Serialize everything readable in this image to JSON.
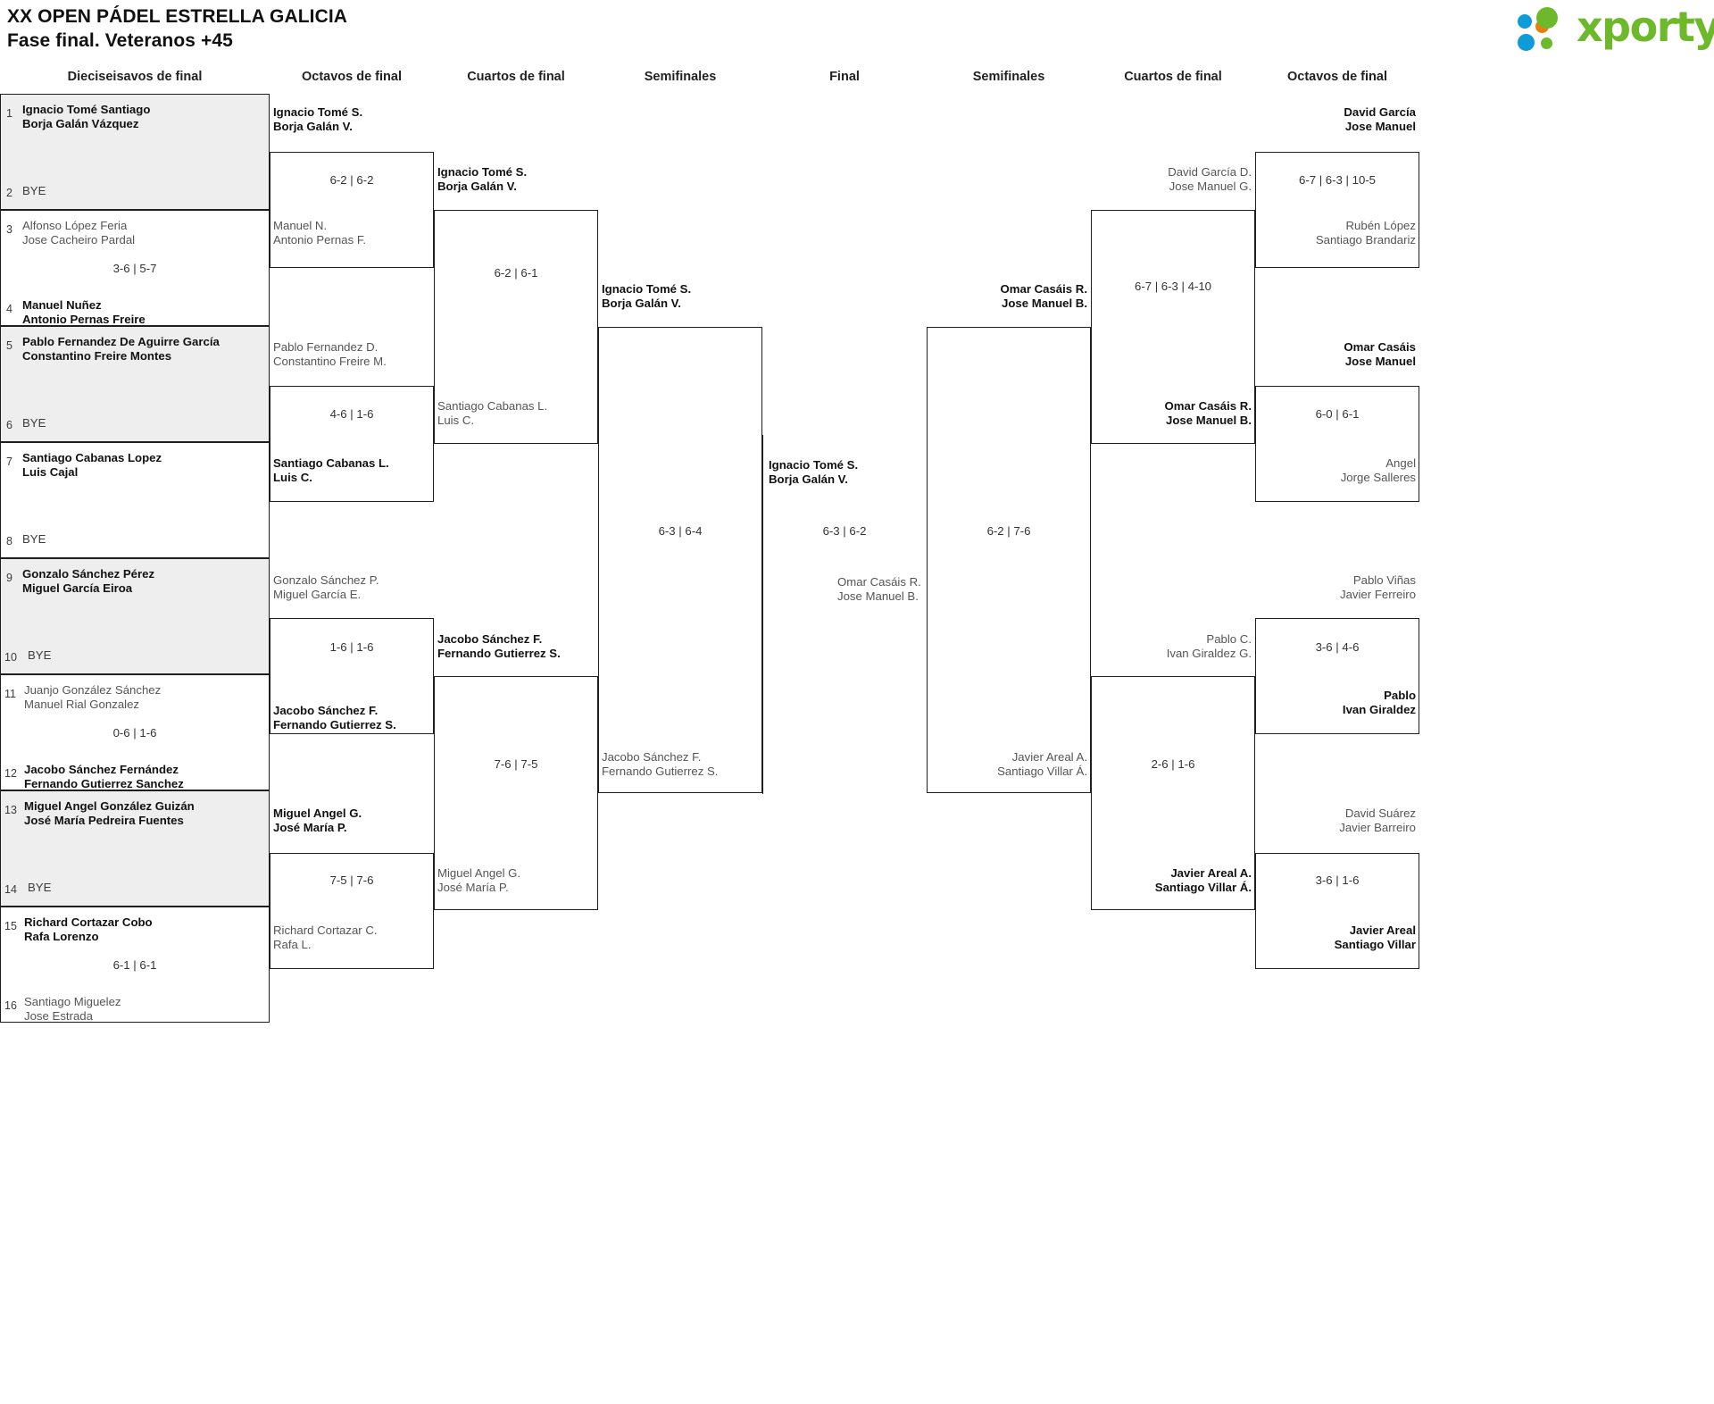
{
  "header": {
    "tournament_title": "XX OPEN PÁDEL ESTRELLA GALICIA",
    "phase_title": "Fase final. Veteranos +45",
    "brand": "xporty",
    "brand_colors": {
      "green": "#6eb92b",
      "blue": "#0f9bd7",
      "orange": "#e87d10"
    }
  },
  "round_labels": {
    "l_r32": "Dieciseisavos de final",
    "l_r16": "Octavos de final",
    "l_qf": "Cuartos de final",
    "l_sf": "Semifinales",
    "final": "Final",
    "r_sf": "Semifinales",
    "r_qf": "Cuartos de final",
    "r_r16": "Octavos de final"
  },
  "left_r32": [
    {
      "seed": "1",
      "p1": "Ignacio Tomé Santiago",
      "p2": "Borja Galán Vázquez",
      "winner": true,
      "bye": false,
      "shaded": true
    },
    {
      "seed": "2",
      "bye_label": "BYE",
      "winner": false,
      "bye": true,
      "shaded": true,
      "score": ""
    },
    {
      "seed": "3",
      "p1": "Alfonso López Feria",
      "p2": "Jose Cacheiro Pardal",
      "winner": false,
      "bye": false,
      "shaded": false
    },
    {
      "seed": "4",
      "p1": "Manuel Nuñez",
      "p2": "Antonio Pernas Freire",
      "winner": true,
      "bye": false,
      "shaded": false,
      "score": "3-6 | 5-7"
    },
    {
      "seed": "5",
      "p1": "Pablo Fernandez De Aguirre García",
      "p2": "Constantino Freire Montes",
      "winner": true,
      "bye": false,
      "shaded": true
    },
    {
      "seed": "6",
      "bye_label": "BYE",
      "winner": false,
      "bye": true,
      "shaded": true,
      "score": ""
    },
    {
      "seed": "7",
      "p1": "Santiago Cabanas Lopez",
      "p2": "Luis Cajal",
      "winner": true,
      "bye": false,
      "shaded": false
    },
    {
      "seed": "8",
      "bye_label": "BYE",
      "winner": false,
      "bye": true,
      "shaded": false,
      "score": ""
    },
    {
      "seed": "9",
      "p1": "Gonzalo Sánchez Pérez",
      "p2": "Miguel García Eiroa",
      "winner": true,
      "bye": false,
      "shaded": true
    },
    {
      "seed": "10",
      "bye_label": "BYE",
      "winner": false,
      "bye": true,
      "shaded": true,
      "score": ""
    },
    {
      "seed": "11",
      "p1": "Juanjo González Sánchez",
      "p2": "Manuel Rial Gonzalez",
      "winner": false,
      "bye": false,
      "shaded": false
    },
    {
      "seed": "12",
      "p1": "Jacobo Sánchez Fernández",
      "p2": "Fernando Gutierrez Sanchez",
      "winner": true,
      "bye": false,
      "shaded": false,
      "score": "0-6 | 1-6"
    },
    {
      "seed": "13",
      "p1": "Miguel Angel González Guizán",
      "p2": "José María Pedreira Fuentes",
      "winner": true,
      "bye": false,
      "shaded": true
    },
    {
      "seed": "14",
      "bye_label": "BYE",
      "winner": false,
      "bye": true,
      "shaded": true,
      "score": ""
    },
    {
      "seed": "15",
      "p1": "Richard Cortazar Cobo",
      "p2": "Rafa Lorenzo",
      "winner": true,
      "bye": false,
      "shaded": false
    },
    {
      "seed": "16",
      "p1": "Santiago Miguelez",
      "p2": "Jose Estrada",
      "winner": false,
      "bye": false,
      "shaded": false,
      "score": "6-1 | 6-1"
    }
  ],
  "left_r16": [
    {
      "top": {
        "p1": "Ignacio Tomé S.",
        "p2": "Borja Galán V.",
        "winner": true
      },
      "bottom": {
        "p1": "Manuel N.",
        "p2": "Antonio Pernas F.",
        "winner": false
      },
      "score": "6-2 | 6-2"
    },
    {
      "top": {
        "p1": "Pablo Fernandez D.",
        "p2": "Constantino Freire M.",
        "winner": false
      },
      "bottom": {
        "p1": "Santiago Cabanas L.",
        "p2": "Luis C.",
        "winner": true
      },
      "score": "4-6 | 1-6"
    },
    {
      "top": {
        "p1": "Gonzalo Sánchez P.",
        "p2": "Miguel García E.",
        "winner": false
      },
      "bottom": {
        "p1": "Jacobo Sánchez F.",
        "p2": "Fernando Gutierrez S.",
        "winner": true
      },
      "score": "1-6 | 1-6"
    },
    {
      "top": {
        "p1": "Miguel Angel G.",
        "p2": "José María P.",
        "winner": true
      },
      "bottom": {
        "p1": "Richard Cortazar C.",
        "p2": "Rafa L.",
        "winner": false
      },
      "score": "7-5 | 7-6"
    }
  ],
  "left_qf": [
    {
      "top": {
        "p1": "Ignacio Tomé S.",
        "p2": "Borja Galán V.",
        "winner": true
      },
      "bottom": {
        "p1": "Santiago Cabanas L.",
        "p2": "Luis C.",
        "winner": false
      },
      "score": "6-2 | 6-1"
    },
    {
      "top": {
        "p1": "Jacobo Sánchez F.",
        "p2": "Fernando Gutierrez S.",
        "winner": true
      },
      "bottom": {
        "p1": "Miguel Angel G.",
        "p2": "José María P.",
        "winner": false
      },
      "score": "7-6 | 7-5"
    }
  ],
  "left_sf": {
    "top": {
      "p1": "Ignacio Tomé S.",
      "p2": "Borja Galán V.",
      "winner": true
    },
    "bottom": {
      "p1": "Jacobo Sánchez F.",
      "p2": "Fernando Gutierrez S.",
      "winner": false
    },
    "score": "6-3 | 6-4"
  },
  "final": {
    "top": {
      "p1": "Ignacio Tomé S.",
      "p2": "Borja Galán V.",
      "winner": true
    },
    "bottom": {
      "p1": "Omar Casáis R.",
      "p2": "Jose Manuel B.",
      "winner": false
    },
    "score": "6-3 | 6-2"
  },
  "right_sf": {
    "top": {
      "p1": "Omar Casáis R.",
      "p2": "Jose Manuel B.",
      "winner": true
    },
    "bottom": {
      "p1": "Javier Areal A.",
      "p2": "Santiago Villar Á.",
      "winner": false
    },
    "score": "6-2 | 7-6"
  },
  "right_qf": [
    {
      "top": {
        "p1": "David García D.",
        "p2": "Jose Manuel G.",
        "winner": false
      },
      "bottom": {
        "p1": "Omar Casáis R.",
        "p2": "Jose Manuel B.",
        "winner": true
      },
      "score": "6-7 | 6-3 | 4-10"
    },
    {
      "top": {
        "p1": "Pablo C.",
        "p2": "Ivan Giraldez G.",
        "winner": false
      },
      "bottom": {
        "p1": "Javier Areal A.",
        "p2": "Santiago Villar Á.",
        "winner": true
      },
      "score": "2-6 | 1-6"
    }
  ],
  "right_r16": [
    {
      "top": {
        "p1": "David García",
        "p2": "Jose Manuel",
        "winner": true
      },
      "bottom": {
        "p1": "Rubén López",
        "p2": "Santiago Brandariz",
        "winner": false
      },
      "score": "6-7 | 6-3 | 10-5"
    },
    {
      "top": {
        "p1": "Omar Casáis",
        "p2": "Jose Manuel",
        "winner": true
      },
      "bottom": {
        "p1": "Angel",
        "p2": "Jorge Salleres",
        "winner": false
      },
      "score": "6-0 | 6-1"
    },
    {
      "top": {
        "p1": "Pablo Viñas",
        "p2": "Javier Ferreiro",
        "winner": false
      },
      "bottom": {
        "p1": "Pablo",
        "p2": "Ivan Giraldez",
        "winner": true
      },
      "score": "3-6 | 4-6"
    },
    {
      "top": {
        "p1": "David Suárez",
        "p2": "Javier Barreiro",
        "winner": false
      },
      "bottom": {
        "p1": "Javier Areal",
        "p2": "Santiago Villar",
        "winner": true
      },
      "score": "3-6 | 1-6"
    }
  ]
}
